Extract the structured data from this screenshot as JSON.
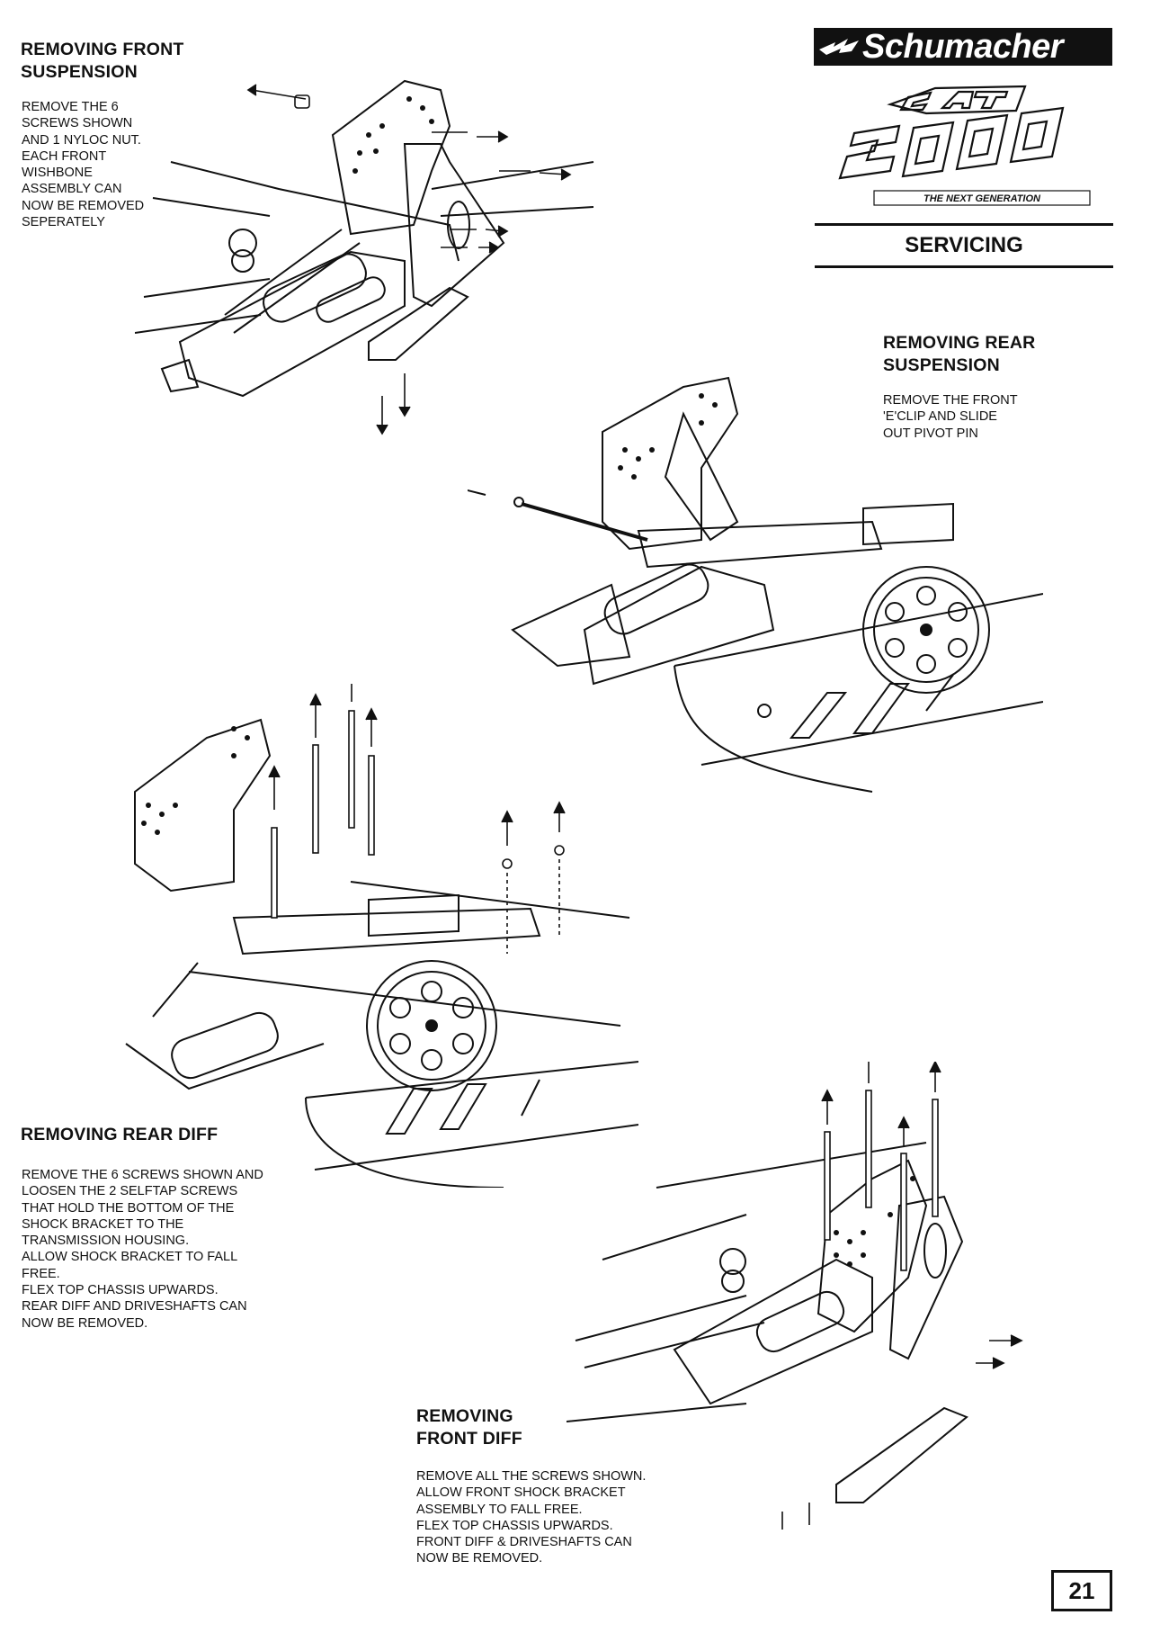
{
  "header": {
    "brand": "Schumacher",
    "model_logo_lettering": "CAT 2000",
    "model_tagline": "THE NEXT GENERATION",
    "section_label": "SERVICING"
  },
  "sections": {
    "front_suspension": {
      "title_lines": [
        "REMOVING FRONT",
        "SUSPENSION"
      ],
      "body_lines": [
        "REMOVE THE 6",
        "SCREWS SHOWN",
        "AND 1 NYLOC NUT.",
        "EACH FRONT",
        "WISHBONE",
        "ASSEMBLY CAN",
        "NOW BE REMOVED",
        "SEPERATELY"
      ]
    },
    "rear_suspension": {
      "title_lines": [
        "REMOVING REAR",
        "SUSPENSION"
      ],
      "body_lines": [
        "REMOVE THE FRONT",
        "'E'CLIP AND SLIDE",
        "OUT PIVOT PIN"
      ]
    },
    "rear_diff": {
      "title_lines": [
        "REMOVING REAR DIFF"
      ],
      "body_lines": [
        "REMOVE THE 6 SCREWS SHOWN AND",
        "LOOSEN THE 2 SELFTAP SCREWS",
        "THAT HOLD THE BOTTOM OF THE",
        "SHOCK BRACKET TO THE",
        "TRANSMISSION HOUSING.",
        "ALLOW SHOCK BRACKET TO FALL",
        "FREE.",
        "FLEX TOP CHASSIS UPWARDS.",
        "REAR DIFF AND DRIVESHAFTS CAN",
        "NOW BE REMOVED."
      ]
    },
    "front_diff": {
      "title_lines": [
        "REMOVING",
        "FRONT DIFF"
      ],
      "body_lines": [
        "REMOVE ALL THE SCREWS SHOWN.",
        "ALLOW FRONT SHOCK BRACKET",
        "ASSEMBLY TO FALL FREE.",
        "FLEX TOP CHASSIS UPWARDS.",
        "FRONT DIFF & DRIVESHAFTS CAN",
        "NOW BE REMOVED."
      ]
    }
  },
  "footer": {
    "page_number": "21"
  }
}
